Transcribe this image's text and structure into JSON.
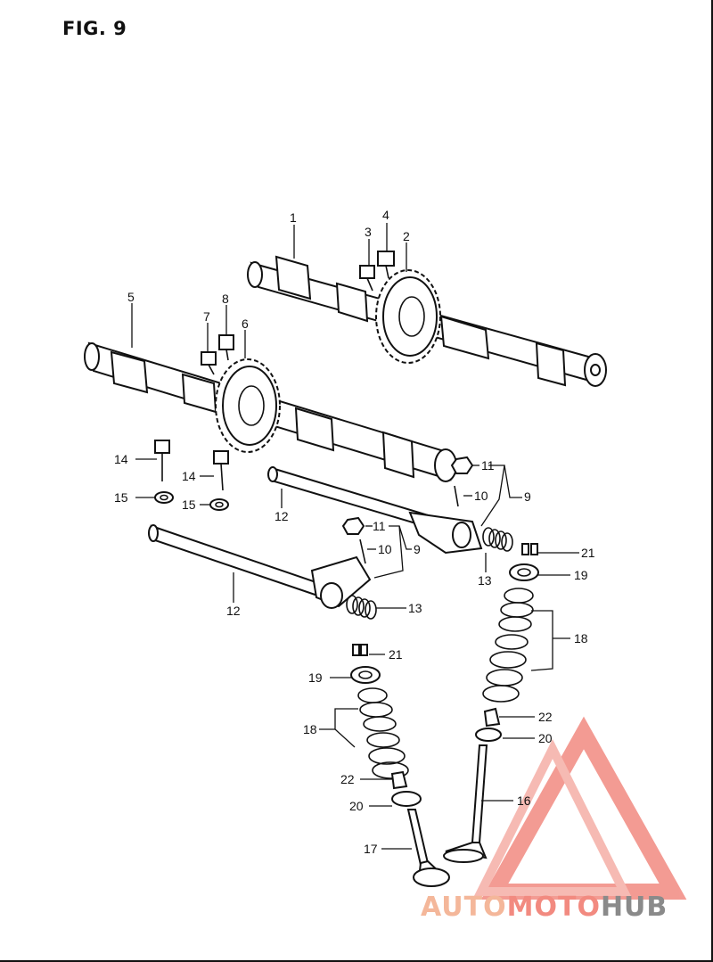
{
  "figure": {
    "title": "FIG. 9"
  },
  "callouts": [
    {
      "id": "c1",
      "text": "1"
    },
    {
      "id": "c2",
      "text": "2"
    },
    {
      "id": "c3",
      "text": "3"
    },
    {
      "id": "c4",
      "text": "4"
    },
    {
      "id": "c5",
      "text": "5"
    },
    {
      "id": "c6",
      "text": "6"
    },
    {
      "id": "c7",
      "text": "7"
    },
    {
      "id": "c8",
      "text": "8"
    },
    {
      "id": "c9a",
      "text": "9"
    },
    {
      "id": "c9b",
      "text": "9"
    },
    {
      "id": "c10a",
      "text": "10"
    },
    {
      "id": "c10b",
      "text": "10"
    },
    {
      "id": "c11a",
      "text": "11"
    },
    {
      "id": "c11b",
      "text": "11"
    },
    {
      "id": "c12a",
      "text": "12"
    },
    {
      "id": "c12b",
      "text": "12"
    },
    {
      "id": "c13a",
      "text": "13"
    },
    {
      "id": "c13b",
      "text": "13"
    },
    {
      "id": "c14a",
      "text": "14"
    },
    {
      "id": "c14b",
      "text": "14"
    },
    {
      "id": "c15a",
      "text": "15"
    },
    {
      "id": "c15b",
      "text": "15"
    },
    {
      "id": "c16",
      "text": "16"
    },
    {
      "id": "c17",
      "text": "17"
    },
    {
      "id": "c18a",
      "text": "18"
    },
    {
      "id": "c18b",
      "text": "18"
    },
    {
      "id": "c19a",
      "text": "19"
    },
    {
      "id": "c19b",
      "text": "19"
    },
    {
      "id": "c20a",
      "text": "20"
    },
    {
      "id": "c20b",
      "text": "20"
    },
    {
      "id": "c21a",
      "text": "21"
    },
    {
      "id": "c21b",
      "text": "21"
    },
    {
      "id": "c22a",
      "text": "22"
    },
    {
      "id": "c22b",
      "text": "22"
    }
  ],
  "watermark": {
    "part_a": "AUTO",
    "part_b": "MOTO",
    "part_c": "HUB",
    "colors": {
      "auto": "#f4b79a",
      "moto": "#f28a80",
      "hub": "#8a8a8a",
      "logo": "#f07a70"
    }
  }
}
